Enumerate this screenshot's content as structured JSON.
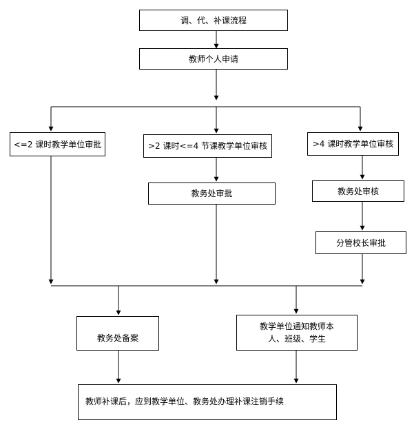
{
  "nodes": {
    "title": "调、代、补课流程",
    "apply": "教师个人申请",
    "le2": "<=2 课时教学单位审批",
    "mid": ">2 课时<=4 节课教学单位审核",
    "gt4": ">4 课时教学单位审核",
    "office_approve": "教务处审批",
    "office_review": "教务处审核",
    "principal": "分管校长审批",
    "record": "教务处备案",
    "notify": "教学单位通知教师本人、班级、学生",
    "final": "教师补课后，应到教学单位、教务处办理补课注销手续"
  }
}
